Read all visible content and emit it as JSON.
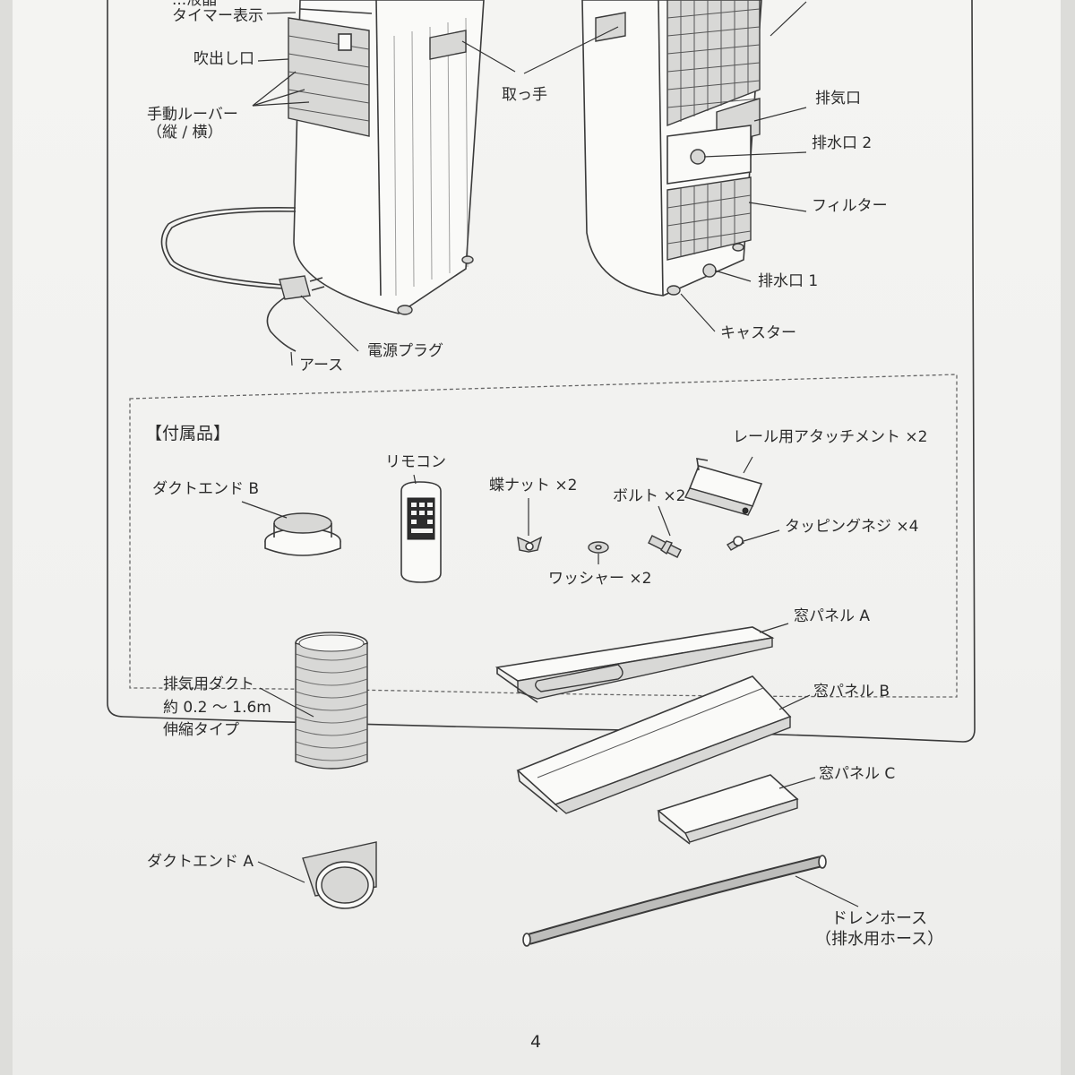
{
  "top_labels": {
    "top_cut": "...液晶",
    "timer_display": "タイマー表示",
    "outlet": "吹出し口",
    "manual_louver": "手動ルーバー\n（縦 / 横）",
    "handle": "取っ手",
    "exhaust_port": "排気口",
    "drain_port_2": "排水口 2",
    "filter": "フィルター",
    "drain_port_1": "排水口 1",
    "caster": "キャスター",
    "ground": "アース",
    "power_plug": "電源プラグ"
  },
  "accessories": {
    "heading": "【付属品】",
    "duct_end_b": "ダクトエンド B",
    "remote": "リモコン",
    "wing_nut": "蝶ナット ×2",
    "bolt": "ボルト ×2",
    "rail_attachment": "レール用アタッチメント ×2",
    "tapping_screw": "タッピングネジ ×4",
    "washer": "ワッシャー ×2",
    "window_panel_a": "窓パネル A",
    "window_panel_b": "窓パネル B",
    "window_panel_c": "窓パネル C",
    "exhaust_duct": "排気用ダクト\n約 0.2 〜 1.6m\n伸縮タイプ",
    "duct_end_a": "ダクトエンド A",
    "drain_hose": "ドレンホース\n（排水用ホース）"
  },
  "page_number": "4"
}
